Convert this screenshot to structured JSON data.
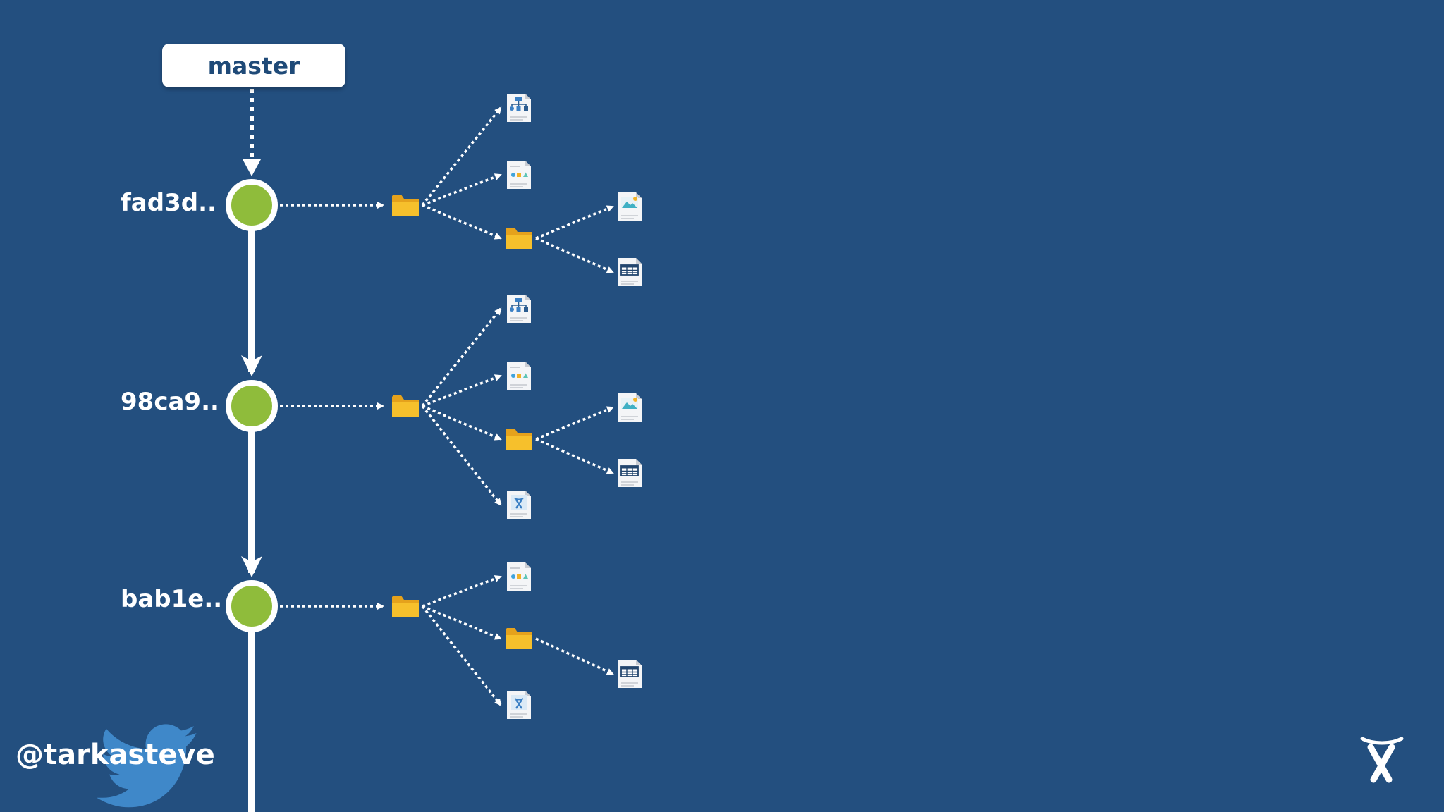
{
  "branch": {
    "label": "master"
  },
  "commits": [
    {
      "id": "fad3d..",
      "tree": [
        {
          "kind": "file",
          "icon": "diagram-file-icon"
        },
        {
          "kind": "file",
          "icon": "shapes-file-icon"
        },
        {
          "kind": "folder",
          "children": [
            {
              "kind": "file",
              "icon": "image-file-icon"
            },
            {
              "kind": "file",
              "icon": "spreadsheet-file-icon"
            }
          ]
        }
      ]
    },
    {
      "id": "98ca9..",
      "tree": [
        {
          "kind": "file",
          "icon": "diagram-file-icon"
        },
        {
          "kind": "file",
          "icon": "shapes-file-icon"
        },
        {
          "kind": "folder",
          "children": [
            {
              "kind": "file",
              "icon": "image-file-icon"
            },
            {
              "kind": "file",
              "icon": "spreadsheet-file-icon"
            }
          ]
        },
        {
          "kind": "file",
          "icon": "logo-file-icon"
        }
      ]
    },
    {
      "id": "bab1e..",
      "tree": [
        {
          "kind": "file",
          "icon": "shapes-file-icon"
        },
        {
          "kind": "folder",
          "children": [
            {
              "kind": "file",
              "icon": "spreadsheet-file-icon"
            }
          ]
        },
        {
          "kind": "file",
          "icon": "logo-file-icon"
        }
      ]
    }
  ],
  "footer": {
    "handle": "@tarkasteve",
    "handle_icon": "twitter-bird-icon",
    "logo_icon": "atlassian-logo-icon"
  },
  "colors": {
    "background": "#234f7f",
    "commit_fill": "#8fbc3b",
    "folder": "#f6c02c",
    "line": "#ffffff",
    "label_text": "#1f4a78",
    "twitter": "#3f88c9"
  }
}
